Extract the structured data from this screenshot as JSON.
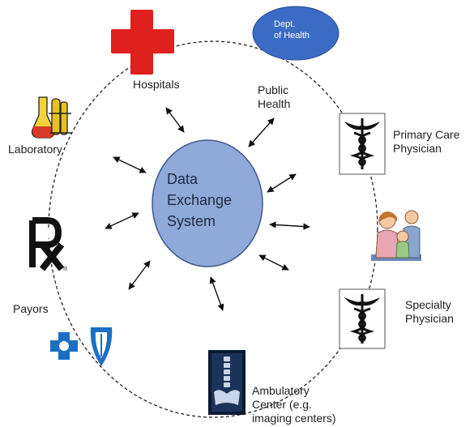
{
  "hub": {
    "text": "Data\n  Exchange\nSystem",
    "fill": "#8fa9d8",
    "stroke": "#3d5a8a"
  },
  "dept_of_health": {
    "text": "Dept.\n of Health",
    "fill": "#3b6bc4"
  },
  "nodes": [
    {
      "id": "hospitals",
      "label": "Hospitals",
      "icon": "red-cross-icon"
    },
    {
      "id": "public-health",
      "label": "Public\nHealth",
      "icon": ""
    },
    {
      "id": "primary-care",
      "label": "Primary Care\nPhysician",
      "icon": "caduceus-icon"
    },
    {
      "id": "patients",
      "label": "",
      "icon": "family-icon"
    },
    {
      "id": "specialty",
      "label": "Specialty\nPhysician",
      "icon": "caduceus-icon"
    },
    {
      "id": "ambulatory",
      "label": "Ambulatory\nCenter (e.g.\nimaging centers)",
      "icon": "xray-icon"
    },
    {
      "id": "payors",
      "label": "Payors",
      "icon": "blue-cross-shield-icon"
    },
    {
      "id": "pharmacy",
      "label": "",
      "icon": "rx-icon"
    },
    {
      "id": "laboratory",
      "label": "Laboratory",
      "icon": "flask-icon"
    }
  ],
  "colors": {
    "cross_red": "#e0201f",
    "caduceus": "#111111",
    "payor_blue": "#1c6fc2",
    "flask_yellow": "#e8c21a",
    "flask_red": "#d83a2a"
  }
}
